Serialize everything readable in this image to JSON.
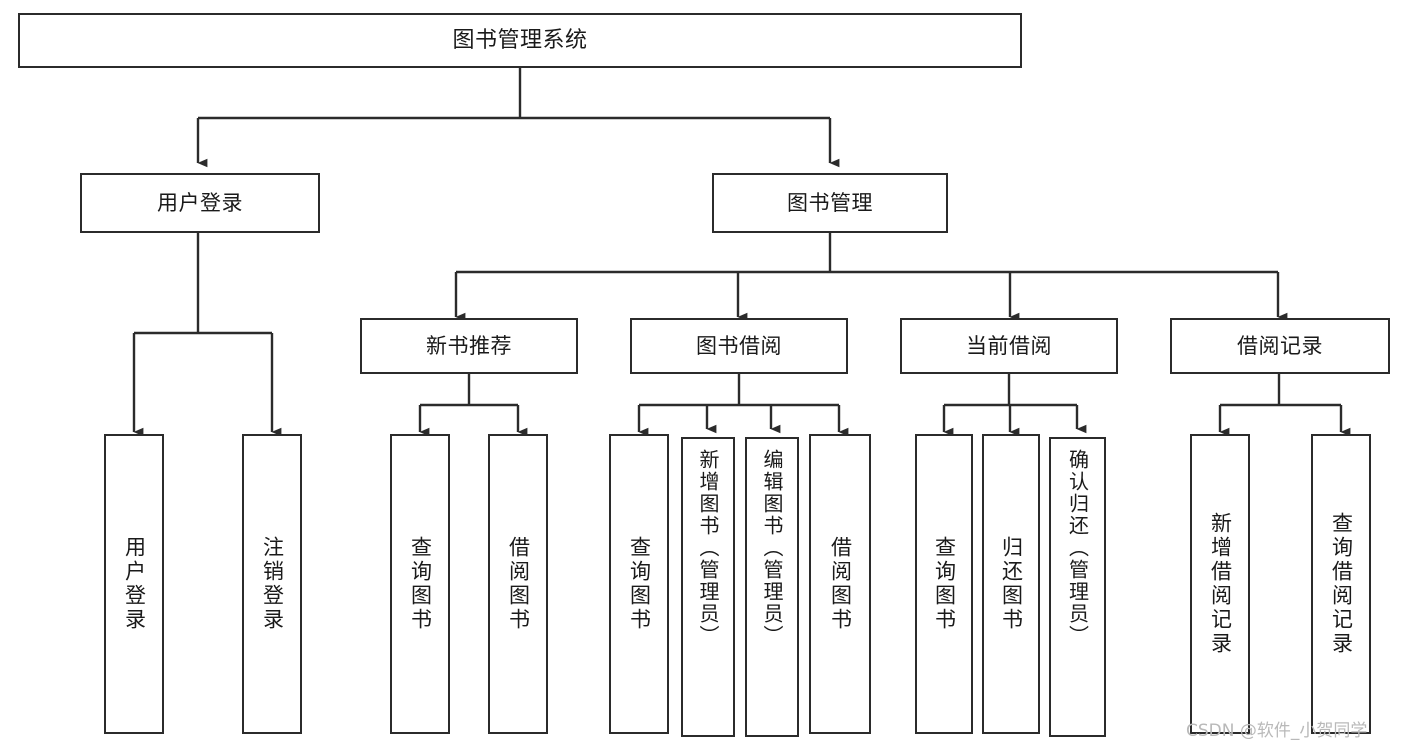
{
  "diagram": {
    "title": "图书管理系统",
    "type": "tree-hierarchy-chart",
    "watermark": "CSDN @软件_小贺同学",
    "colors": {
      "box_border": "#2b2b2b",
      "box_fill": "#ffffff",
      "connector": "#2b2b2b",
      "text": "#1a1a1a",
      "watermark": "#b9b9b9",
      "background": "#ffffff"
    },
    "root": {
      "id": "root",
      "label": "图书管理系统"
    },
    "level1": [
      {
        "id": "user-login",
        "label": "用户登录"
      },
      {
        "id": "book-manage",
        "label": "图书管理"
      }
    ],
    "level2": [
      {
        "id": "new-book-recommend",
        "label": "新书推荐",
        "parent": "book-manage"
      },
      {
        "id": "book-borrow",
        "label": "图书借阅",
        "parent": "book-manage"
      },
      {
        "id": "current-borrow",
        "label": "当前借阅",
        "parent": "book-manage"
      },
      {
        "id": "borrow-record",
        "label": "借阅记录",
        "parent": "book-manage"
      }
    ],
    "leaves": [
      {
        "id": "leaf-user-login",
        "label": "用户登录",
        "parent": "user-login"
      },
      {
        "id": "leaf-logout",
        "label": "注销登录",
        "parent": "user-login"
      },
      {
        "id": "leaf-query-book-1",
        "label": "查询图书",
        "parent": "new-book-recommend"
      },
      {
        "id": "leaf-borrow-book-1",
        "label": "借阅图书",
        "parent": "new-book-recommend"
      },
      {
        "id": "leaf-query-book-2",
        "label": "查询图书",
        "parent": "book-borrow"
      },
      {
        "id": "leaf-add-book",
        "label": "新增图书（管理员）",
        "parent": "book-borrow"
      },
      {
        "id": "leaf-edit-book",
        "label": "编辑图书（管理员）",
        "parent": "book-borrow"
      },
      {
        "id": "leaf-borrow-book-2",
        "label": "借阅图书",
        "parent": "book-borrow"
      },
      {
        "id": "leaf-query-book-3",
        "label": "查询图书",
        "parent": "current-borrow"
      },
      {
        "id": "leaf-return-book",
        "label": "归还图书",
        "parent": "current-borrow"
      },
      {
        "id": "leaf-confirm-return",
        "label": "确认归还（管理员）",
        "parent": "current-borrow"
      },
      {
        "id": "leaf-add-record",
        "label": "新增借阅记录",
        "parent": "borrow-record"
      },
      {
        "id": "leaf-query-record",
        "label": "查询借阅记录",
        "parent": "borrow-record"
      }
    ]
  }
}
